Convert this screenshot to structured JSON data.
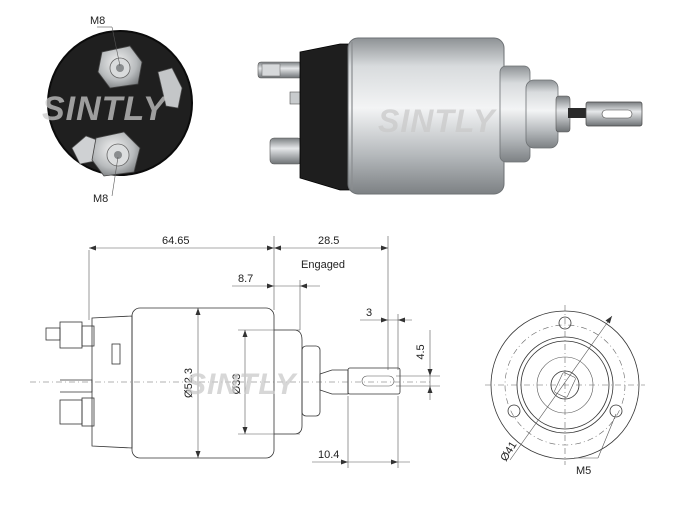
{
  "labels": {
    "terminal_top": "M8",
    "terminal_bottom": "M8",
    "overall_length": "64.65",
    "stroke_length": "28.5",
    "engaged": "Engaged",
    "nose_length": "8.7",
    "tab_offset": "3",
    "tab_width": "4.5",
    "body_diameter": "Ø52.3",
    "nose_diameter": "Ø33",
    "plunger_length": "10.4",
    "flange_bolt_circle": "Ø41",
    "flange_thread": "M5"
  },
  "watermark": "SINTLY",
  "colors": {
    "end_cap_dark": "#1e1e1e",
    "body_silver": "#bfc3c6",
    "line": "#333333"
  }
}
